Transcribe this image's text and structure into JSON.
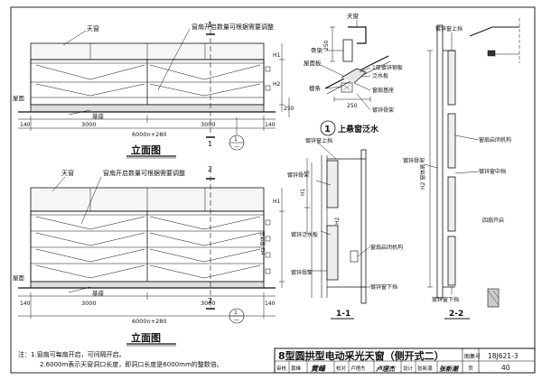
{
  "title_block": {
    "title": "8型圆拱型电动采光天窗（侧开式二）",
    "atlas_label": "图集号",
    "atlas_no": "18J621-3",
    "page_label": "页",
    "page_no": "40",
    "review_label": "审核",
    "review_name": "黄峰",
    "review_sign": "黄峰",
    "check_label": "校对",
    "check_name": "卢理杰",
    "check_sign": "卢理杰",
    "design_label": "设计",
    "design_name": "张新潮",
    "design_sign": "张新潮"
  },
  "notes": {
    "line1": "注：1.窗扇可每扇开启，可间隔开启。",
    "line2": "2.6000m表示天窗洞口长度，即洞口长度是6000mm的整数倍。"
  },
  "elev1": {
    "caption": "立面图",
    "label_skylight": "天窗",
    "label_note": "窗扇开启数量可根据需要调整",
    "label_roof": "屋面",
    "label_base": "基座",
    "dim_left_edge": "140",
    "dim_left": "3000",
    "dim_right": "3000",
    "dim_right_edge": "140",
    "dim_total": "6000n+280",
    "dim_h1": "H1",
    "dim_h2": "H2",
    "dim_250": "250",
    "section_mark_1": "1",
    "section_ref_num": "1",
    "section_ref_sheet": "—"
  },
  "elev2": {
    "caption": "立面图",
    "label_skylight": "天窗",
    "label_note": "窗扇开启数量可根据需要调整",
    "label_roof": "屋面",
    "label_base": "基座",
    "dim_left_edge": "140",
    "dim_left": "3000",
    "dim_right": "3000",
    "dim_right_edge": "140",
    "dim_total": "6000n+280",
    "dim_h1": "H1",
    "dim_h2": "H2 窗体高",
    "section_mark_2": "2",
    "section_ref_num": "1",
    "section_ref_sheet": "—"
  },
  "detail_flash": {
    "label_skylight_top": "天窗",
    "label_frame": "骨架",
    "label_roof_board": "屋面板",
    "label_purlin": "檩条",
    "label_plate": "1厚镀锌钢板",
    "label_flashing": "泛水板",
    "label_sash_base": "窗扇基座",
    "label_frame_top": "镀锌骨架",
    "dim_250a": "250",
    "dim_250b": "250",
    "caption_num": "1",
    "caption": "上悬窗泛水"
  },
  "section1": {
    "label_top": "镀锌窗上挡",
    "label_frame": "镀锌骨架",
    "label_flashing": "镀锌泛水板",
    "label_mech": "窗扇启闭机构",
    "label_frame2": "镀锌骨架",
    "label_bottom": "镀锌窗下挡",
    "dim_h1": "H1",
    "dim_h2": "H2",
    "caption": "1-1"
  },
  "section2": {
    "label_top": "镀锌窗上挡",
    "label_mech": "窗扇启闭机构",
    "label_frame": "镀锌骨架",
    "label_mid": "镀锌窗中挡",
    "label_four": "四扇开启",
    "label_bottom": "镀锌窗下挡",
    "dim_h2": "H2 窗体高",
    "caption": "2-2"
  }
}
